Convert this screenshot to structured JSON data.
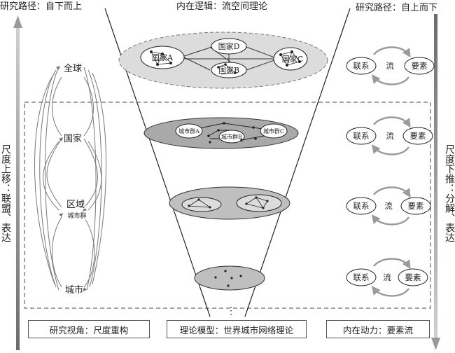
{
  "titles": {
    "left": "研究路径：自下而上",
    "center": "内在逻辑：流空间理论",
    "right": "研究路径：自上而下"
  },
  "side_labels": {
    "left": "尺度上移：联盟、表达",
    "right": "尺度下推：分解、表达"
  },
  "scales": {
    "global": "全球",
    "country": "国家",
    "region": "区域",
    "region_sub": "城市群",
    "city": "城市"
  },
  "funnel": {
    "top_nodes": {
      "a": "国家A",
      "b": "国家B",
      "c": "国家C",
      "d": "国家D"
    },
    "layer2_nodes": {
      "a": "城市群A",
      "b": "城市群B",
      "c": "城市群C"
    },
    "ellipsis": "⋮"
  },
  "cycles": {
    "link": "联系",
    "flow": "流",
    "element": "要素"
  },
  "bottom_boxes": {
    "perspective": "研究视角：尺度重构",
    "model": "理论模型：世界城市网络理论",
    "force": "内在动力：要素流"
  },
  "colors": {
    "ellipse_light": "#dcdcdc",
    "ellipse_mid": "#bfbfbf",
    "ellipse_dark": "#a9a9a9",
    "arrow": "#8a8a8a",
    "line": "#333333"
  }
}
